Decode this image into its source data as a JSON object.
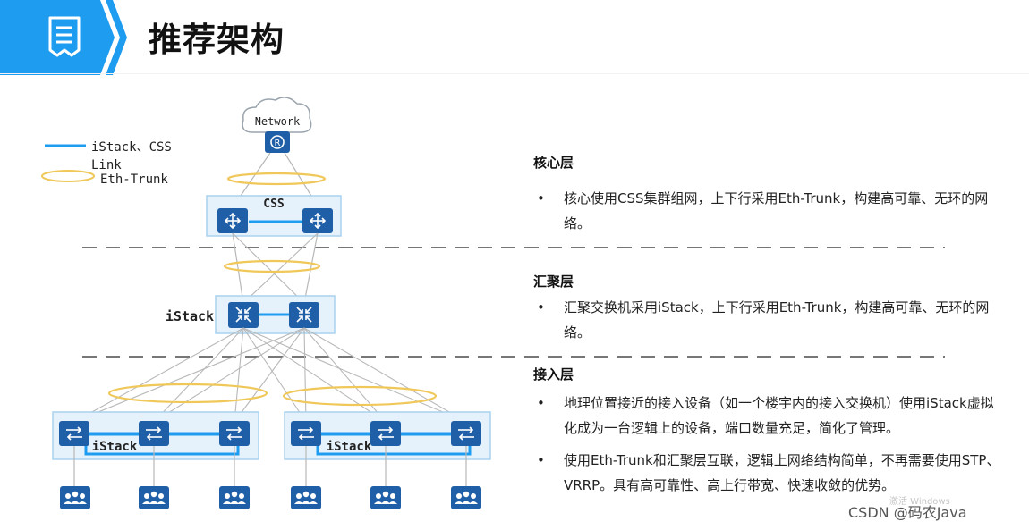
{
  "title": "推荐架构",
  "diagram": {
    "cloud_label": "Network",
    "legend_link_label": "iStack、CSS",
    "legend_link_sub": "Link",
    "legend_trunk_label": "Eth-Trunk",
    "css_label": "CSS",
    "agg_label": "iStack",
    "access_left_label": "iStack",
    "access_right_label": "iStack",
    "colors": {
      "blue": "#1565c0",
      "device": "#1f5fa8",
      "box_fill": "#e6f2fb",
      "box_stroke": "#a9d2ee",
      "trunk": "#f0c85a",
      "link_gray": "#b8b8b8",
      "header_blue": "#1e9cf0"
    }
  },
  "layers": [
    {
      "title": "核心层",
      "bullets": [
        "核心使用CSS集群组网，上下行采用Eth-Trunk，构建高可靠、无环的网络。"
      ]
    },
    {
      "title": "汇聚层",
      "bullets": [
        "汇聚交换机采用iStack，上下行采用Eth-Trunk，构建高可靠、无环的网络。"
      ]
    },
    {
      "title": "接入层",
      "bullets": [
        "地理位置接近的接入设备（如一个楼宇内的接入交换机）使用iStack虚拟化成为一台逻辑上的设备，端口数量充足，简化了管理。",
        "使用Eth-Trunk和汇聚层互联，逻辑上网络结构简单，不再需要使用STP、VRRP。具有高可靠性、高上行带宽、快速收敛的优势。"
      ]
    }
  ],
  "watermark": "CSDN @码农Java",
  "watermark_faint": "激活 Windows"
}
